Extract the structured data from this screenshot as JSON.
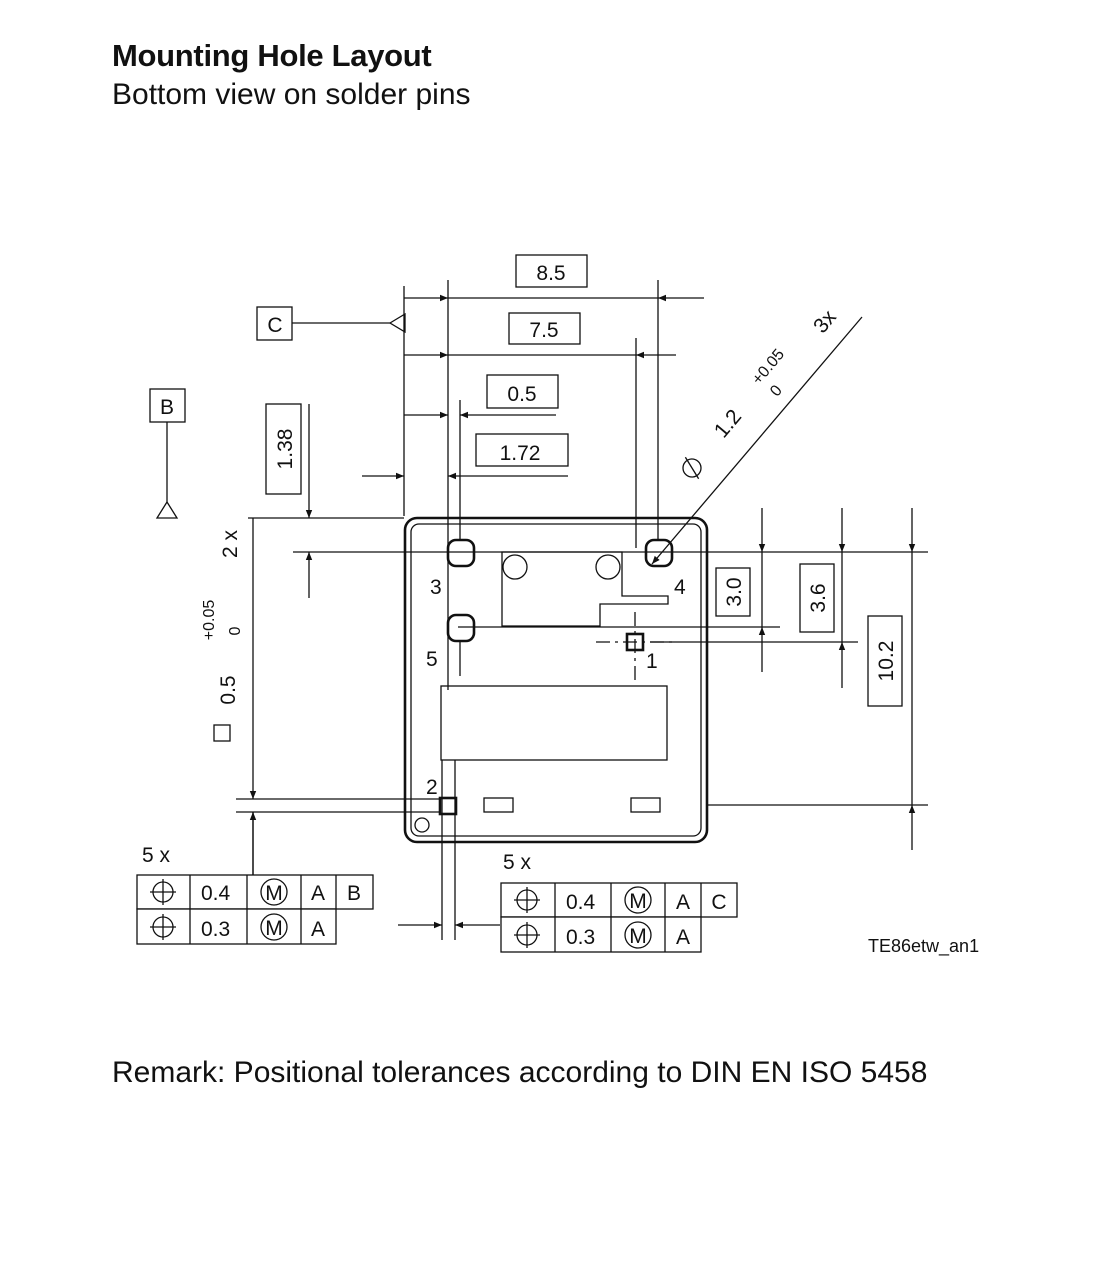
{
  "header": {
    "title": "Mounting Hole Layout",
    "subtitle": "Bottom view on solder pins"
  },
  "remark": "Remark: Positional tolerances according to DIN EN ISO 5458",
  "drawing_id": "TE86etw_an1",
  "datums": {
    "b": "B",
    "c": "C"
  },
  "dimensions": {
    "w_8_5": "8.5",
    "w_7_5": "7.5",
    "w_0_5": "0.5",
    "w_1_72": "1.72",
    "h_1_38": "1.38",
    "h_3_0": "3.0",
    "h_3_6": "3.6",
    "h_10_2": "10.2"
  },
  "hole_callout": {
    "count": "3x",
    "diameter_symbol": "∅",
    "diameter": "1.2",
    "tol_plus": "+0.05",
    "tol_zero": "0"
  },
  "square_callout": {
    "count": "2 x",
    "symbol": "□",
    "size": "0.5",
    "tol_plus": "+0.05",
    "tol_zero": "0"
  },
  "pins": [
    "1",
    "2",
    "3",
    "4",
    "5"
  ],
  "fcf_left": {
    "count": "5 x",
    "rows": [
      {
        "symbol": "⌖",
        "value": "0.4",
        "modifier": "M",
        "datums": [
          "A",
          "B"
        ]
      },
      {
        "symbol": "⌖",
        "value": "0.3",
        "modifier": "M",
        "datums": [
          "A"
        ]
      }
    ]
  },
  "fcf_right": {
    "count": "5 x",
    "rows": [
      {
        "symbol": "⌖",
        "value": "0.4",
        "modifier": "M",
        "datums": [
          "A",
          "C"
        ]
      },
      {
        "symbol": "⌖",
        "value": "0.3",
        "modifier": "M",
        "datums": [
          "A"
        ]
      }
    ]
  }
}
